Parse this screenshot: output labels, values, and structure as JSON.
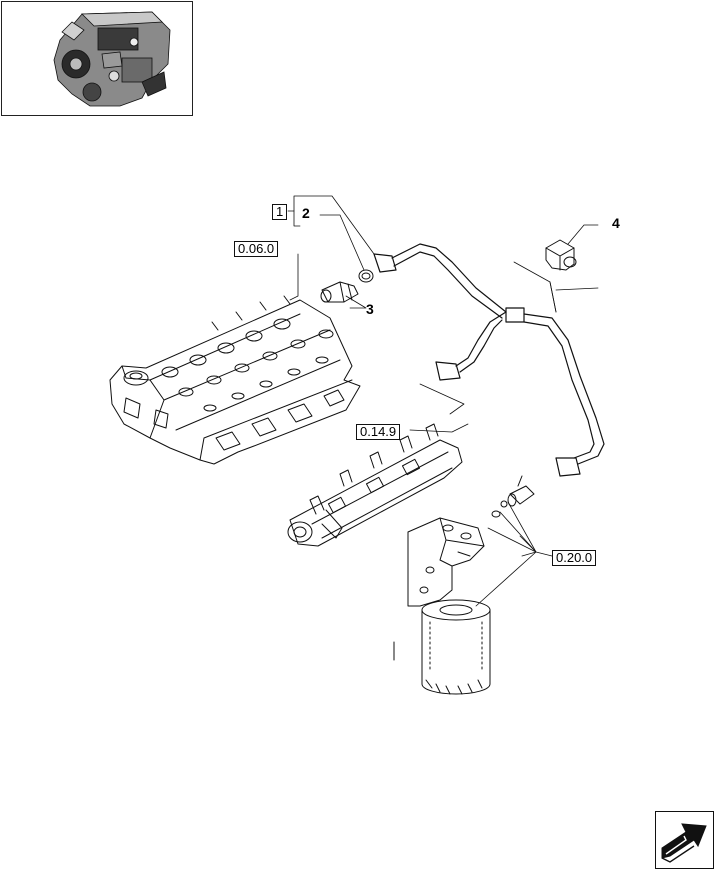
{
  "callouts": {
    "c1": "1",
    "c2": "2",
    "c3": "3",
    "c4": "4"
  },
  "references": {
    "ref_head": "0.06.0",
    "ref_rail": "0.14.9",
    "ref_filter": "0.20.0"
  },
  "icons": {
    "thumbnail": "engine-thumbnail-icon",
    "nav": "next-arrow-icon"
  },
  "colors": {
    "line": "#111111",
    "background": "#ffffff"
  }
}
